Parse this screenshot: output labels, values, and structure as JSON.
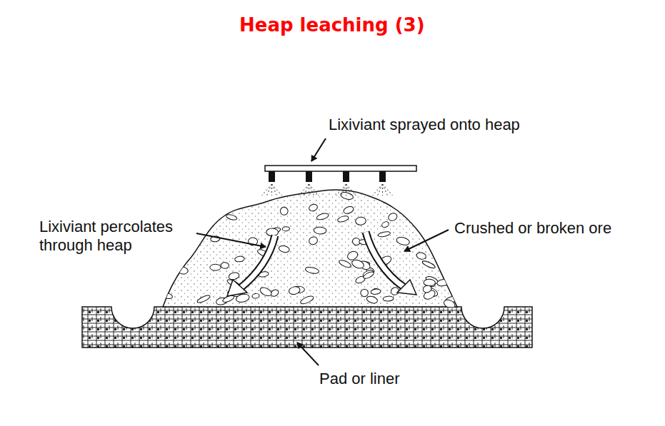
{
  "diagram": {
    "title": "Heap leaching (3)",
    "labels": [
      "Lixiviant sprayed onto heap",
      "Lixiviant percolates through heap",
      "Crushed or broken ore",
      "Pad or liner"
    ]
  }
}
